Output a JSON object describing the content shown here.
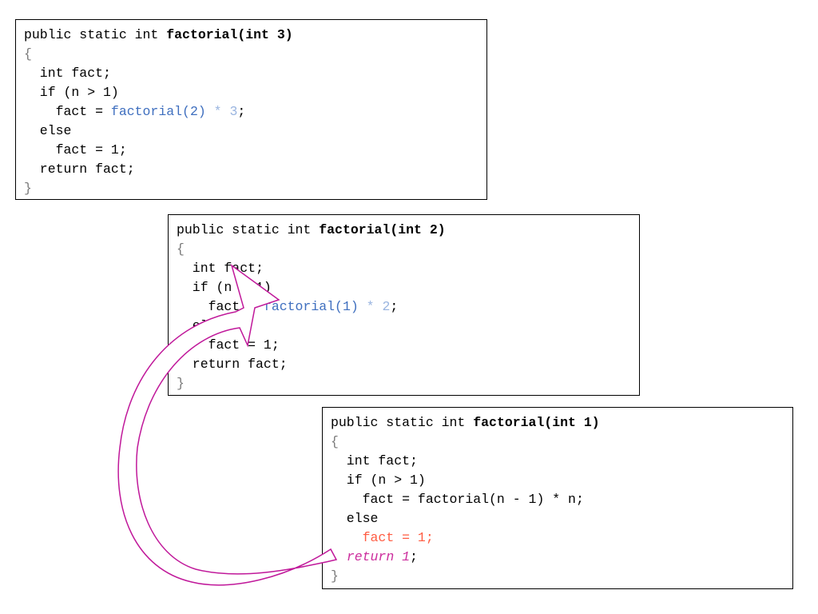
{
  "frames": [
    {
      "signature_prefix": "public static int ",
      "signature_bold": "factorial(int 3)",
      "open_brace": "{",
      "decl": "  int fact;",
      "cond": "  if (n > 1)",
      "assign_indent": "    fact = ",
      "assign_call": "factorial(2)",
      "assign_op": " * 3",
      "assign_end": ";",
      "else_line": "  else",
      "base_case": "    fact = 1;",
      "return_line": "  return fact;",
      "close_brace": "}"
    },
    {
      "signature_prefix": "public static int ",
      "signature_bold": "factorial(int 2)",
      "open_brace": "{",
      "decl": "  int fact;",
      "cond": "  if (n > 1)",
      "assign_indent": "    fact = ",
      "assign_call": "factorial(1)",
      "assign_op": " * 2",
      "assign_end": ";",
      "else_line": "  else",
      "base_case": "    fact = 1;",
      "return_line": "  return fact;",
      "close_brace": "}"
    },
    {
      "signature_prefix": "public static int ",
      "signature_bold": "factorial(int 1)",
      "open_brace": "{",
      "decl": "  int fact;",
      "cond": "  if (n > 1)",
      "recursive_line": "    fact = factorial(n - 1) * n;",
      "else_line": "  else",
      "base_indent": "    ",
      "base_case": "fact = 1;",
      "return_indent": "  ",
      "return_value": "return 1",
      "return_end": ";",
      "close_brace": "}"
    }
  ],
  "colors": {
    "call_blue": "#3f6fbf",
    "operator_light_blue": "#9ab5e0",
    "base_case_red": "#ff5c42",
    "return_magenta": "#cc2d9d",
    "arrow_stroke": "#c0189a"
  }
}
